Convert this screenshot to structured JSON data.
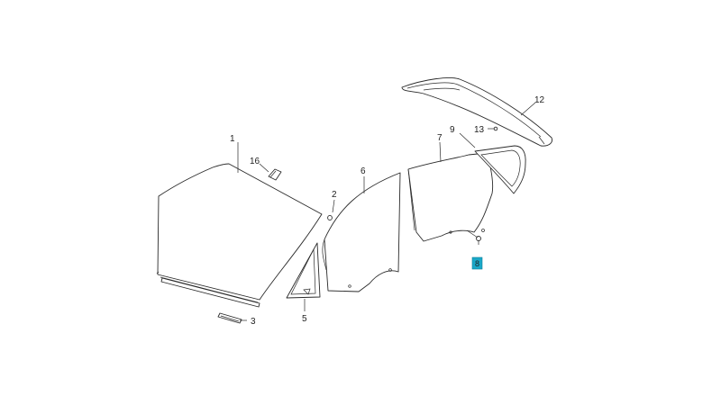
{
  "diagram": {
    "highlight_color": "#1aa8c8",
    "callouts": {
      "c1": "1",
      "c2": "2",
      "c3": "3",
      "c5": "5",
      "c6": "6",
      "c7": "7",
      "c8": "8",
      "c9": "9",
      "c12": "12",
      "c13": "13",
      "c16": "16"
    },
    "highlighted_callout": "8"
  }
}
